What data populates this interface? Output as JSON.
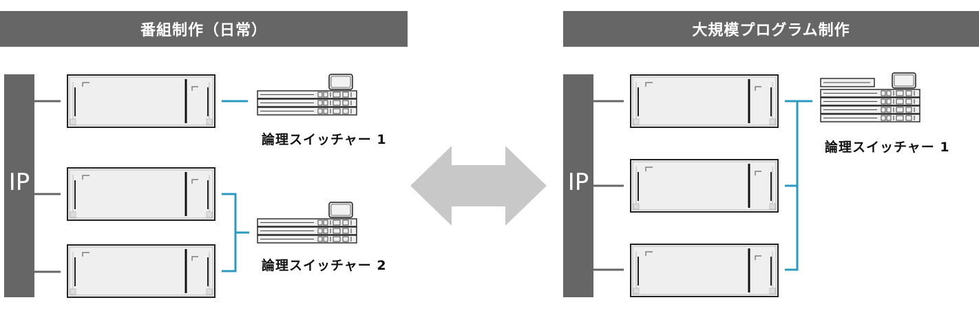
{
  "left_panel": {
    "title": "番組制作（日常）",
    "ip_label": "IP",
    "switch_labels": [
      "論理スイッチャー 1",
      "論理スイッチャー 2"
    ]
  },
  "right_panel": {
    "title": "大規模プログラム制作",
    "ip_label": "IP",
    "switch_labels": [
      "論理スイッチャー 1"
    ]
  },
  "colors": {
    "header_bg": "#666666",
    "ip_bar": "#666666",
    "connector_gray": "#666666",
    "connector_blue": "#2a9ac0",
    "arrow": "#c8c8c8",
    "device_fill": "#efefef"
  }
}
